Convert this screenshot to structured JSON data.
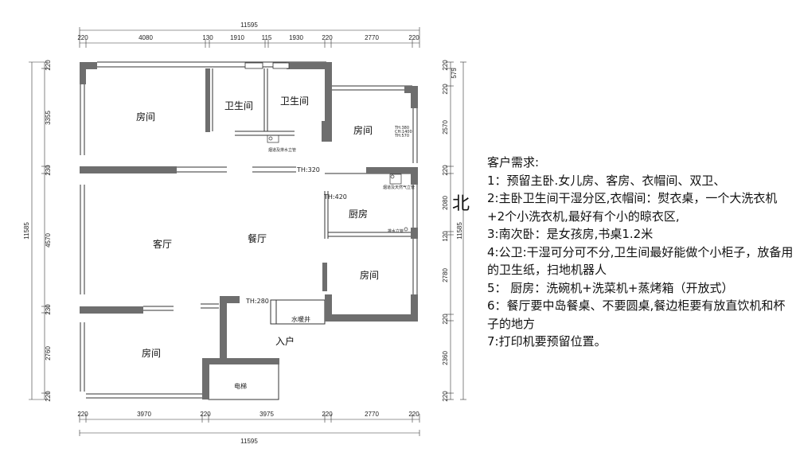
{
  "dimensions": {
    "overall_top": "11595",
    "overall_bottom": "11595",
    "overall_left": "11585",
    "overall_right": "11585",
    "top": [
      "220",
      "4080",
      "130",
      "1910",
      "115",
      "1930",
      "220",
      "2770",
      "220"
    ],
    "bottom": [
      "220",
      "3970",
      "220",
      "3975",
      "220",
      "2770",
      "220"
    ],
    "left": [
      "220",
      "3355",
      "230",
      "4570",
      "230",
      "2760",
      "220"
    ],
    "right": [
      "575",
      "2570",
      "220",
      "2080",
      "120",
      "2780",
      "220",
      "2360",
      "220"
    ],
    "right_extra_220": "220"
  },
  "rooms": {
    "room_nw": "房间",
    "bath_1": "卫生间",
    "bath_2": "卫生间",
    "room_ne": "房间",
    "kitchen": "厨房",
    "living": "客厅",
    "dining": "餐厅",
    "room_e": "房间",
    "room_sw": "房间",
    "entrance": "入户",
    "water_shaft": "水暖井",
    "elevator": "电梯"
  },
  "annotations": {
    "th_320": "TH:320",
    "th_420": "TH:420",
    "th_280": "TH:280",
    "pipe_note_bath": "烟道及排水立管",
    "pipe_note_kitchen": "烟道及天然气立管",
    "drain_note_kitchen": "排水立管",
    "window_note_1": "TH:380",
    "window_note_2": "CH:1400",
    "window_note_3": "TH:570"
  },
  "north": "北",
  "requirements": [
    "客户需求:",
    "1：预留主卧.女儿房、客房、衣帽间、双卫、",
    "2:主卧卫生间干湿分区,衣帽间：熨衣桌，一个大洗衣机+2个小洗衣机,最好有个小的晾衣区,",
    "3:南次卧：是女孩房,书桌1.2米",
    "4:公卫:干湿可分可不分,卫生间最好能做个小柜子，放备用的卫生纸，扫地机器人",
    "5： 厨房：洗碗机+洗菜机+蒸烤箱（开放式）",
    "6：餐厅要中岛餐桌、不要圆桌,餐边柜要有放直饮机和杯子的地方",
    "7:打印机要预留位置。"
  ],
  "colors": {
    "wall": "#6e6e6e",
    "line": "#222222"
  }
}
